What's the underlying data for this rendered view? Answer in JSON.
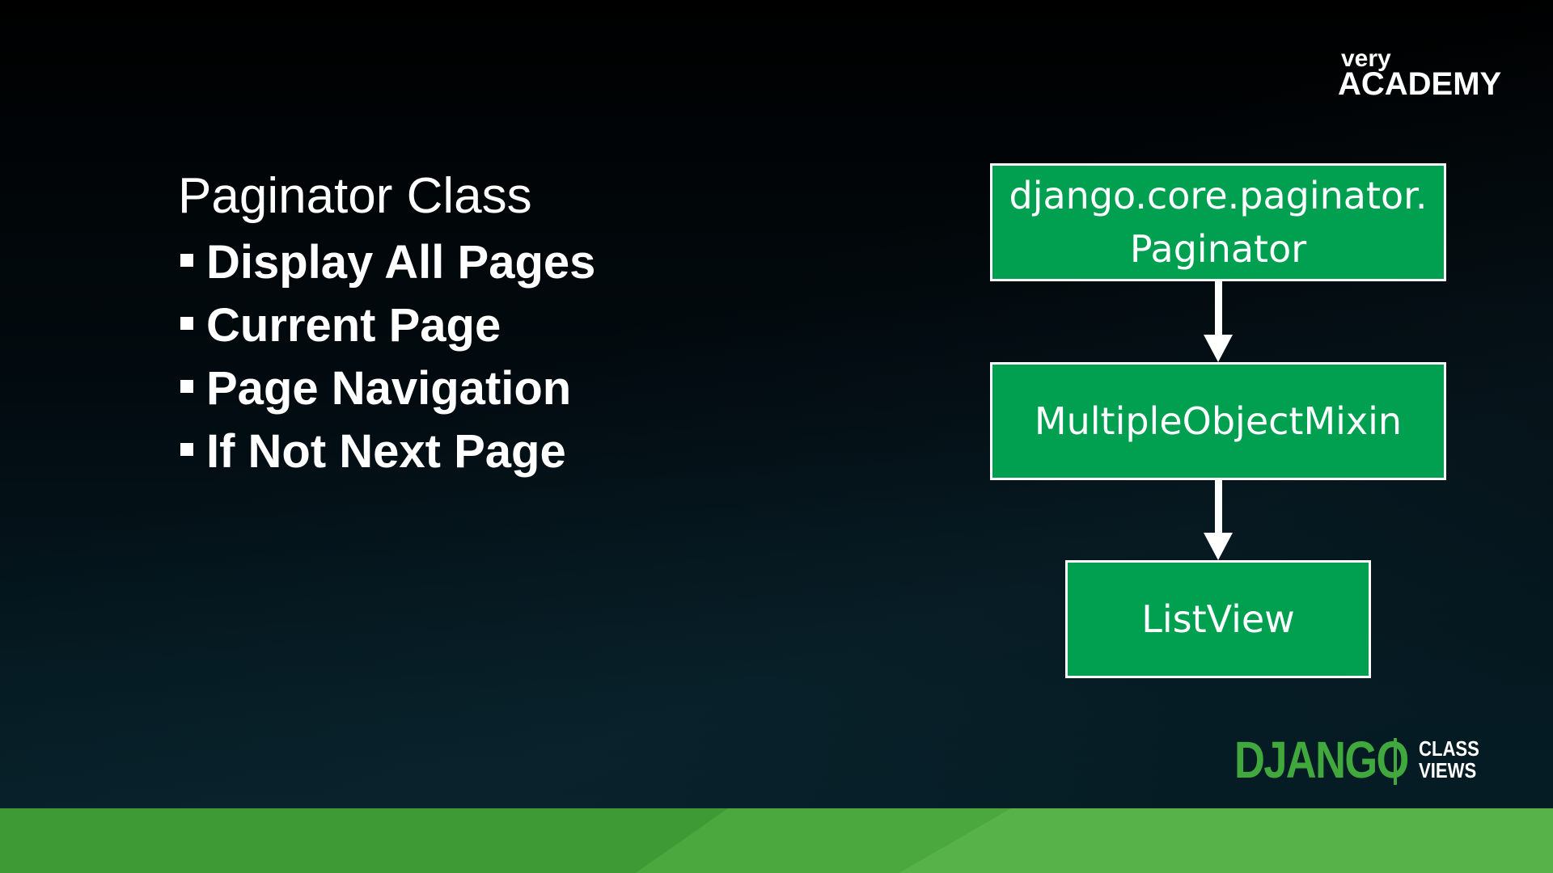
{
  "logo": {
    "small": "very",
    "big": "ACADEMY"
  },
  "slide": {
    "heading": "Paginator Class",
    "bullets": [
      "Display All Pages",
      "Current Page",
      "Page Navigation",
      "If Not Next Page"
    ]
  },
  "diagram": {
    "nodes": [
      {
        "lines": [
          "django.core.paginator.",
          "Paginator"
        ]
      },
      {
        "lines": [
          "MultipleObjectMixin"
        ]
      },
      {
        "lines": [
          "ListView"
        ]
      }
    ],
    "edges": [
      {
        "from": 0,
        "to": 1
      },
      {
        "from": 1,
        "to": 2
      }
    ],
    "node_color": "#00a050",
    "arrow_color": "#ffffff"
  },
  "branding": {
    "django": "DJANGO",
    "sub_line1": "CLASS",
    "sub_line2": "VIEWS",
    "accent": "#41a83e"
  }
}
